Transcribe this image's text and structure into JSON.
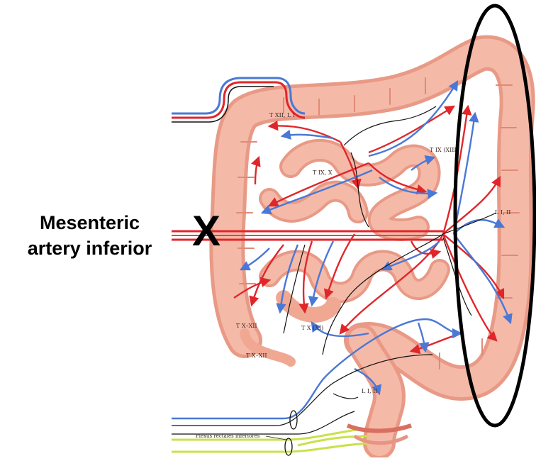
{
  "annotation": {
    "title_line1": "Mesenteric",
    "title_line2": "artery inferior",
    "x_mark": "X"
  },
  "segment_labels": {
    "t12_l1": "T XII, L I",
    "t9_10": "T IX, X",
    "t9_12": "T IX (XIII)",
    "l1_2_right": "L I, II",
    "t10_12_a": "T X–XII",
    "t10_11": "T X (XI)",
    "t10_12_b": "T X–XII",
    "l1_2_bottom": "L I, II",
    "plexus": "Plexus rectales inferiores"
  },
  "colors": {
    "intestine": "#f5b9a8",
    "intestine_shade": "#e89a86",
    "artery": "#e0262b",
    "vein": "#4a78d6",
    "nerve": "#111111",
    "plexus": "#c8e24a",
    "ellipse": "#000000"
  }
}
